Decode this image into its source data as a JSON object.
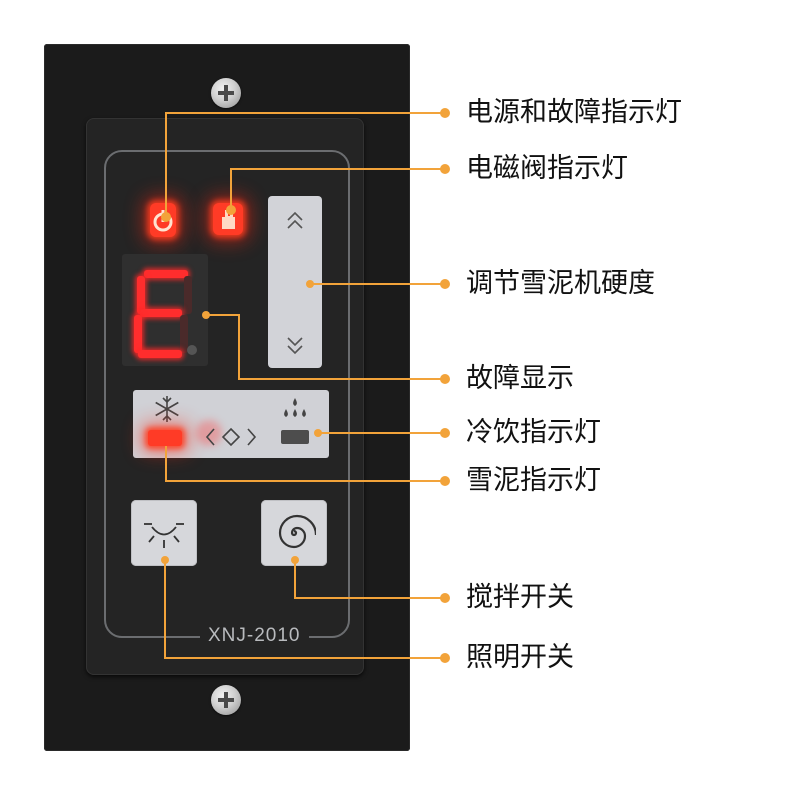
{
  "model": "XNJ-2010",
  "display": {
    "digit": "E"
  },
  "panel_icons": {
    "hardness_up": "chevron-up-icon",
    "hardness_down": "chevron-down-icon",
    "slush": "snowflake-icon",
    "cold_drink": "water-drops-icon",
    "mode_toggle": "diamond-arrows-icon",
    "light": "light-icon",
    "stir": "spiral-icon",
    "power": "power-icon",
    "solenoid": "hand-icon"
  },
  "callouts": [
    "电源和故障指示灯",
    "电磁阀指示灯",
    "调节雪泥机硬度",
    "故障显示",
    "冷饮指示灯",
    "雪泥指示灯",
    "搅拌开关",
    "照明开关"
  ],
  "colors": {
    "callout": "#f2a33a",
    "led_on": "#ff3b26",
    "panel": "#d0d1d6",
    "housing": "#1b1b1b"
  }
}
